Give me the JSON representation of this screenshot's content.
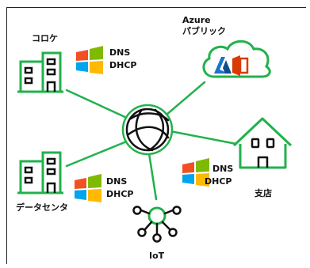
{
  "nodes": {
    "onprem": {
      "label": "コロケ",
      "dns": "DNS",
      "dhcp": "DHCP"
    },
    "azure": {
      "title": "Azure",
      "subtitle": "パブリック"
    },
    "branch": {
      "label": "支店",
      "dns": "DNS",
      "dhcp": "DHCP"
    },
    "datacenter": {
      "label": "データセンタ",
      "dns": "DNS",
      "dhcp": "DHCP"
    },
    "iot": {
      "label": "IoT"
    }
  },
  "colors": {
    "accent": "#22b14c",
    "ink": "#111111",
    "win_red": "#f25022",
    "win_green": "#7fba00",
    "win_blue": "#00a4ef",
    "win_yellow": "#ffb900",
    "azure_blue": "#1a73c8",
    "office_red": "#d83b01"
  },
  "icons": {
    "hub": "globe-icon",
    "onprem": "building-icon",
    "datacenter": "building-icon",
    "branch": "house-icon",
    "azure": "cloud-icon",
    "iot": "iot-hub-icon",
    "os": "windows-logo-icon"
  }
}
